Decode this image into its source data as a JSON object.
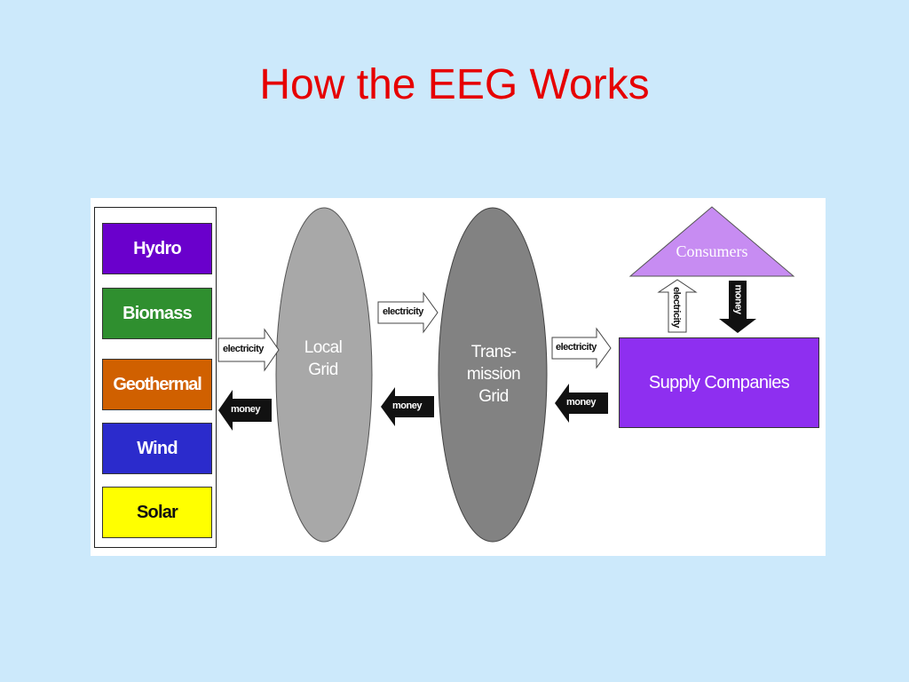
{
  "slide": {
    "title": "How the EEG Works"
  },
  "diagram": {
    "sources": [
      "Hydro",
      "Biomass",
      "Geothermal",
      "Wind",
      "Solar"
    ],
    "local_grid": "Local\nGrid",
    "transmission_grid": "Trans-\nmission\nGrid",
    "supply_companies": "Supply Companies",
    "consumers": "Consumers",
    "arrows": {
      "electricity": "electricity",
      "money": "money"
    },
    "colors": {
      "title": "#e60000",
      "background": "#cce9fb",
      "hydro": "#6a00cc",
      "biomass": "#2f8f2f",
      "geothermal": "#d06000",
      "wind": "#2b2bcc",
      "solar": "#ffff00",
      "supply": "#8e2ff0",
      "consumers": "#c78cf2"
    }
  }
}
